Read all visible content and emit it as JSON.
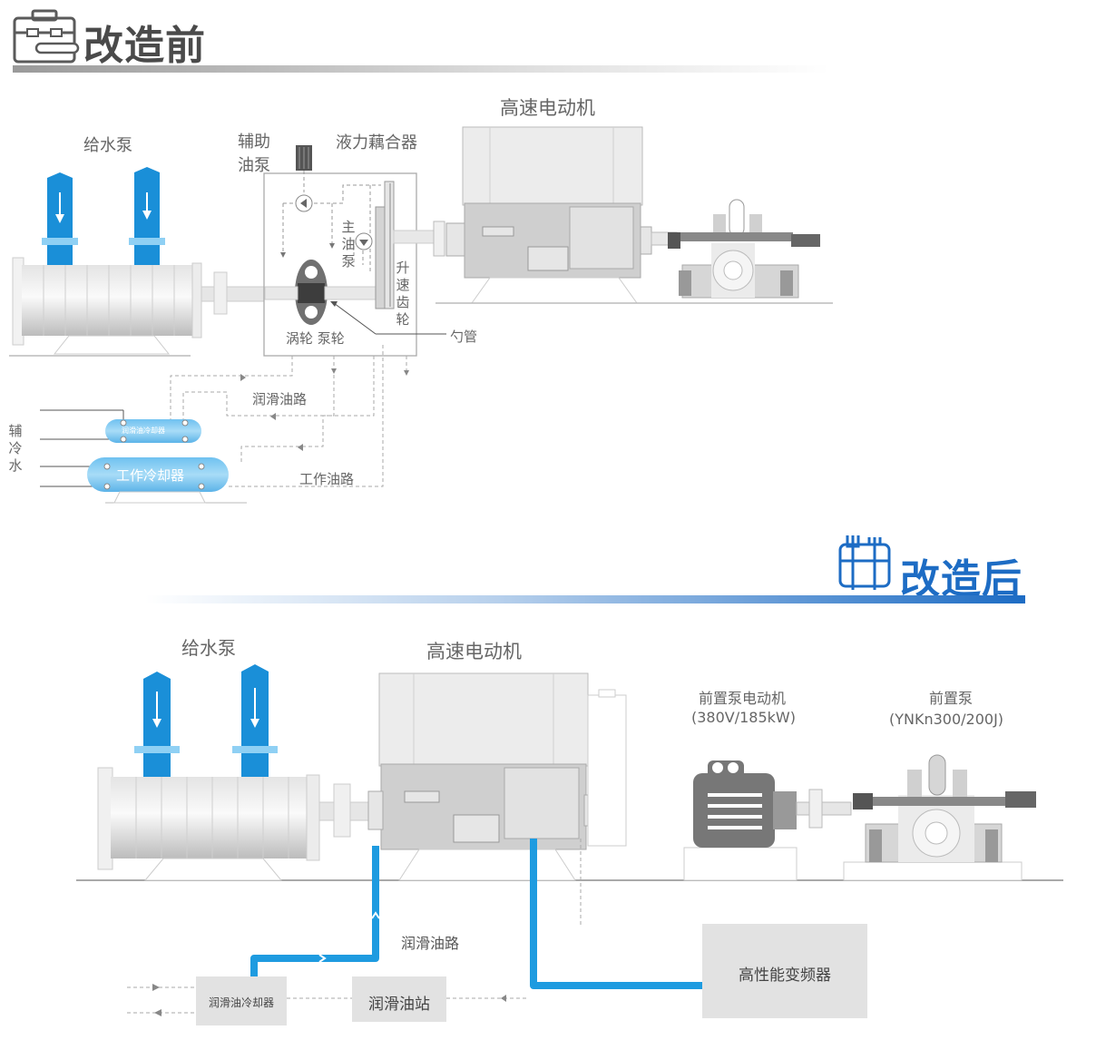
{
  "before": {
    "title": "改造前",
    "labels": {
      "feed_pump": "给水泵",
      "aux_oil_pump_1": "辅助",
      "aux_oil_pump_2": "油泵",
      "fluid_coupling": "液力藕合器",
      "motor": "高速电动机",
      "main_oil_pump": [
        "主",
        "油",
        "泵"
      ],
      "step_up_gear": [
        "升",
        "速",
        "齿",
        "轮"
      ],
      "turbine_impeller": "涡轮 泵轮",
      "scoop_tube": "勺管",
      "lube_oil_line": "润滑油路",
      "aux_cooling_water": [
        "辅",
        "冷",
        "水"
      ],
      "lube_oil_cooler": "润滑油冷却器",
      "working_cooler": "工作冷却器",
      "working_oil_line": "工作油路"
    }
  },
  "after": {
    "title": "改造后",
    "labels": {
      "feed_pump": "给水泵",
      "motor": "高速电动机",
      "booster_motor": "前置泵电动机",
      "booster_motor_spec": "(380V/185kW)",
      "booster_pump": "前置泵",
      "booster_pump_model": "(YNKn300/200J)",
      "lube_oil_line": "润滑油路",
      "lube_oil_cooler": "润滑油冷却器",
      "lube_oil_station": "润滑油站",
      "vfd": "高性能变频器"
    }
  },
  "colors": {
    "accent_blue": "#1a8fd8",
    "pipe_blue": "#1e9be0",
    "title_gray": "#4a4a4a",
    "title_blue": "#1d6cc4",
    "machine_gray": "#d9d9d9",
    "dark_gray": "#777777"
  }
}
